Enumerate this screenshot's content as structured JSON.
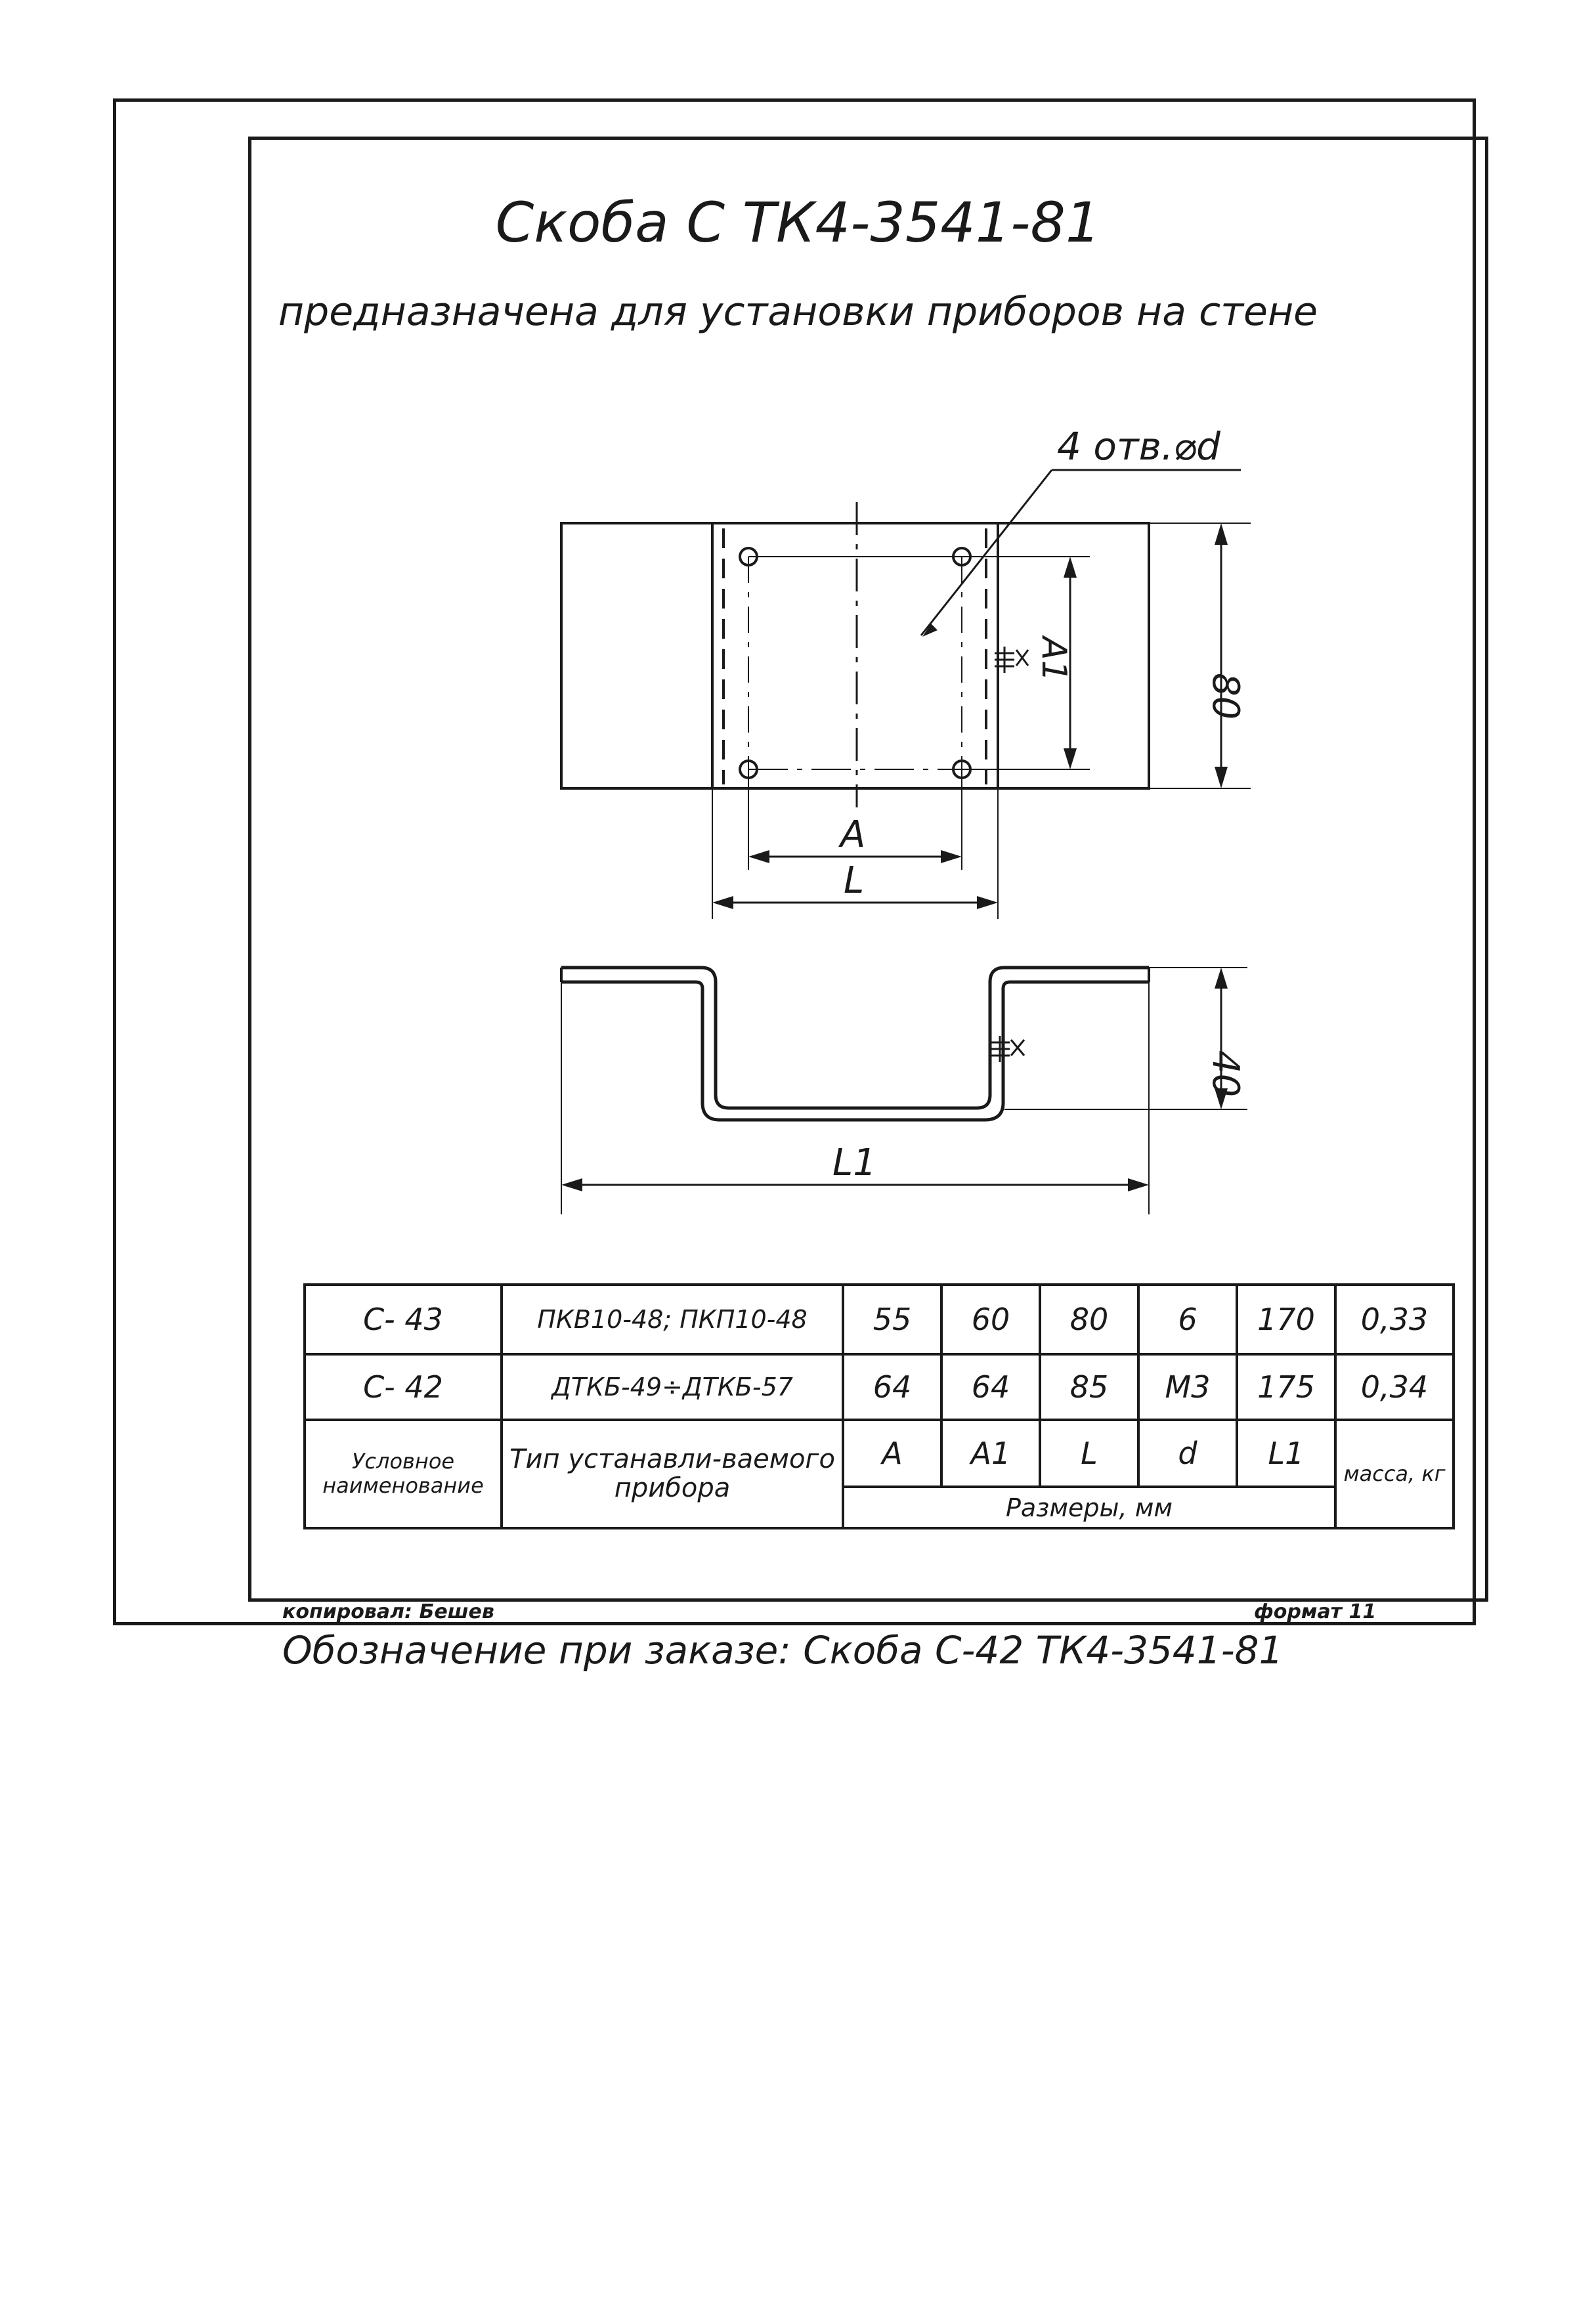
{
  "header": {
    "title": "Скоба С ТК4-3541-81",
    "subtitle": "предназначена для установки приборов на стене"
  },
  "drawing": {
    "holes_note": "4 отв.⌀d",
    "dims": {
      "A": "A",
      "A1": "A1",
      "L": "L",
      "L1": "L1",
      "height_top": "80",
      "height_side": "40"
    }
  },
  "spec_table": {
    "rows": [
      {
        "name": "С- 43",
        "device": "ПКВ10-48; ПКП10-48",
        "A": "55",
        "A1": "60",
        "L": "80",
        "d": "6",
        "L1": "170",
        "mass": "0,33"
      },
      {
        "name": "С- 42",
        "device": "ДТКБ-49÷ДТКБ-57",
        "A": "64",
        "A1": "64",
        "L": "85",
        "d": "М3",
        "L1": "175",
        "mass": "0,34"
      }
    ],
    "header": {
      "name": "Условное наименование",
      "device": "Тип устанавли-ваемого прибора",
      "A": "A",
      "A1": "A1",
      "L": "L",
      "d": "d",
      "L1": "L1",
      "mass": "масса, кг",
      "sizes": "Размеры, мм"
    }
  },
  "order": {
    "text": "Обозначение при заказе: Скоба С-42 ТК4-3541-81"
  },
  "footer": {
    "copied": "копировал: Бешев",
    "format": "формат 11"
  }
}
